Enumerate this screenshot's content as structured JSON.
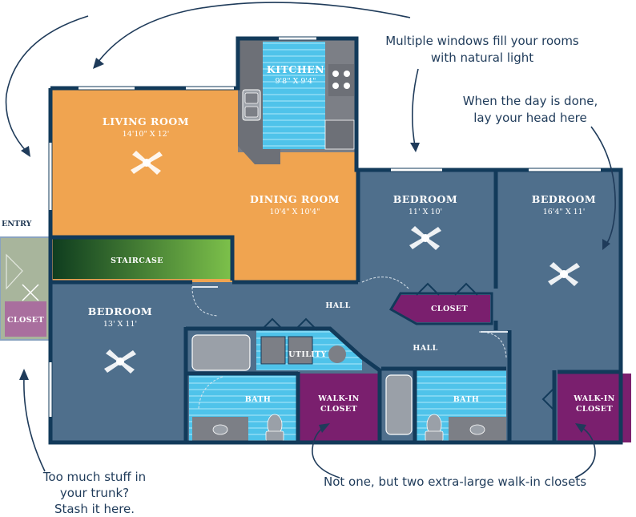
{
  "colors": {
    "wall": "#123a5a",
    "floor_blue": "#4f6f8c",
    "living": "#f0a450",
    "tile": "#4fc3ea",
    "closet": "#7a1f6e",
    "counter": "#7c7f86",
    "annotation": "#1f3b5a"
  },
  "rooms": {
    "living_room": {
      "name": "LIVING ROOM",
      "dims": "14'10\" X 12'"
    },
    "kitchen": {
      "name": "KITCHEN",
      "dims": "9'8\" X 9'4\""
    },
    "dining_room": {
      "name": "DINING ROOM",
      "dims": "10'4\" X 10'4\""
    },
    "bedroom_mid": {
      "name": "BEDROOM",
      "dims": "11' X 10'"
    },
    "bedroom_right": {
      "name": "BEDROOM",
      "dims": "16'4\" X 11'"
    },
    "bedroom_left": {
      "name": "BEDROOM",
      "dims": "13' X 11'"
    },
    "staircase": "STAIRCASE",
    "hall_1": "HALL",
    "hall_2": "HALL",
    "closet_hall": "CLOSET",
    "utility": "UTILITY",
    "bath_1": "BATH",
    "bath_2": "BATH",
    "walkin_1": [
      "WALK-IN",
      "CLOSET"
    ],
    "walkin_2": [
      "WALK-IN",
      "CLOSET"
    ],
    "entry": "ENTRY",
    "entry_closet": "CLOSET"
  },
  "annotations": {
    "windows": [
      "Multiple windows fill your rooms",
      "with natural light"
    ],
    "bedroom": [
      "When the day is done,",
      "lay your head here"
    ],
    "closet": [
      "Too much stuff in",
      "your trunk?",
      "Stash it here."
    ],
    "walkin": "Not one, but two extra-large walk-in closets"
  }
}
